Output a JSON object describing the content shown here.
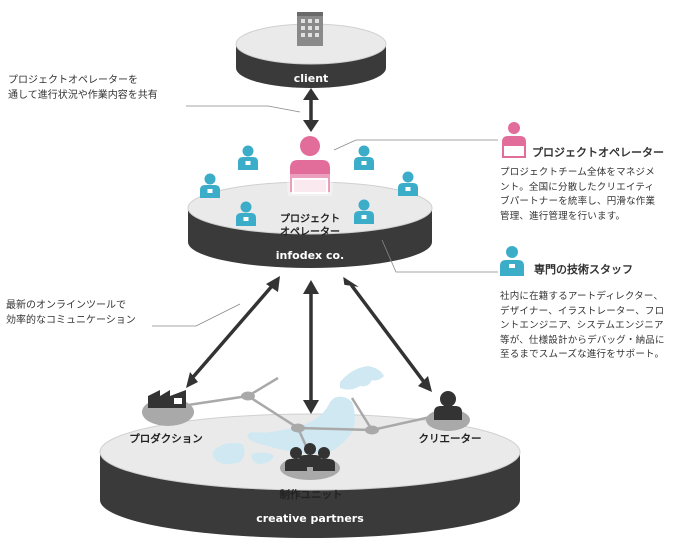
{
  "platforms": {
    "client": "client",
    "infodex": "infodex co.",
    "creative": "creative partners"
  },
  "center": {
    "operator_label_1": "プロジェクト",
    "operator_label_2": "オペレーター"
  },
  "nodes": {
    "production": "プロダクション",
    "unit": "制作ユニット",
    "creator": "クリエーター"
  },
  "notes": {
    "client_line1": "プロジェクトオペレーターを",
    "client_line2": "通して進行状況や作業内容を共有",
    "tools_line1": "最新のオンラインツールで",
    "tools_line2": "効率的なコミュニケーション"
  },
  "legend": {
    "operator_title": "プロジェクトオペレーター",
    "operator_desc": [
      "プロジェクトチーム全体をマネジメ",
      "ント。全国に分散したクリエイティ",
      "ブパートナーを統率し、円滑な作業",
      "管理、進行管理を行います。"
    ],
    "staff_title": "専門の技術スタッフ",
    "staff_desc": [
      "社内に在籍するアートディレクター、",
      "デザイナー、イラストレーター、フロ",
      "ントエンジニア、システムエンジニア",
      "等が、仕様設計からデバッグ・納品に",
      "至るまでスムーズな進行をサポート。"
    ]
  },
  "colors": {
    "pink": "#e26c9a",
    "blue": "#3cadc8",
    "dark": "#333333",
    "disk_top": "#eaeaea",
    "disk_side": "#3a3a3a",
    "map": "#cfe8f2",
    "node": "#a9a9a9"
  }
}
